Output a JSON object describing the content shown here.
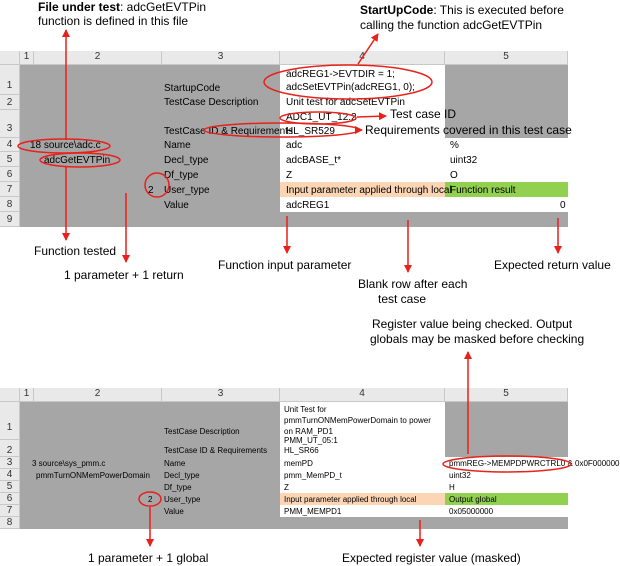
{
  "annotations_top": {
    "file_under_test_title": "File under test",
    "file_under_test_text": ": adcGetEVTPin",
    "file_under_test_line2": "function is defined in this file",
    "startup_title": "StartUpCode",
    "startup_text": ": This is executed before",
    "startup_line2": "calling the function adcGetEVTPin",
    "testcase_id": "Test case ID",
    "requirements": "Requirements covered in this test case",
    "function_tested": "Function tested",
    "params_return": "1 parameter + 1 return",
    "function_input": "Function input parameter",
    "blank_row_1": "Blank row after each",
    "blank_row_2": "test case",
    "expected_return": "Expected return value"
  },
  "annotations_bottom": {
    "register_note_1": "Register value being checked. Output",
    "register_note_2": "globals may be masked before checking",
    "params_global": "1 parameter + 1 global",
    "expected_register": "Expected register value (masked)"
  },
  "sheet1": {
    "col_headers": [
      "1",
      "2",
      "3",
      "4",
      "5"
    ],
    "row_headers": [
      "1",
      "2",
      "3",
      "4",
      "5",
      "6",
      "7",
      "8",
      "9"
    ],
    "startup_label": "StartupCode",
    "startup_line1": "adcREG1->EVTDIR = 1;",
    "startup_line2": "adcSetEVTPin(adcREG1, 0);",
    "desc_label": "TestCase Description",
    "desc_value": "Unit test for adcSetEVTPin",
    "id_value": "ADC1_UT_12:2",
    "id_req_label": "TestCase ID & Requirements",
    "req_value": "HL_SR529",
    "file_value": "18 source\\adc.c",
    "name_label": "Name",
    "name_value": "adc",
    "name_ret": "%",
    "func_value": "adcGetEVTPin",
    "decl_label": "Decl_type",
    "decl_value": "adcBASE_t*",
    "decl_ret": "uint32",
    "df_label": "Df_type",
    "df_value": "Z",
    "df_ret": "O",
    "count_value": "2",
    "user_label": "User_type",
    "user_value": "Input parameter applied through local",
    "user_ret": "Function result",
    "value_label": "Value",
    "value_value": "adcREG1",
    "value_ret": "0"
  },
  "sheet2": {
    "col_headers": [
      "1",
      "2",
      "3",
      "4",
      "5"
    ],
    "row_headers": [
      "1",
      "2",
      "3",
      "4",
      "5",
      "6",
      "7",
      "8"
    ],
    "desc_label": "TestCase Description",
    "desc_line1": "Unit Test for",
    "desc_line2": "pmmTurnONMemPowerDomain to power",
    "desc_line3": "on RAM_PD1",
    "id_value": "PMM_UT_05:1",
    "id_req_label": "TestCase ID & Requirements",
    "req_value": "HL_SR66",
    "file_value": "3 source\\sys_pmm.c",
    "name_label": "Name",
    "name_value": "memPD",
    "name_ret": "pmmREG->MEMPDPWRCTRL0 & 0x0F000000",
    "func_value": "pmmTurnONMemPowerDomain",
    "decl_label": "Decl_type",
    "decl_value": "pmm_MemPD_t",
    "decl_ret": "uint32",
    "df_label": "Df_type",
    "df_value": "Z",
    "df_ret": "H",
    "count_value": "2",
    "user_label": "User_type",
    "user_value": "Input parameter applied through local",
    "user_ret": "Output global",
    "value_label": "Value",
    "value_value": "PMM_MEMPD1",
    "value_ret": "0x05000000"
  },
  "colors": {
    "grey": "#a6a6a6",
    "orange": "#fcd5b4",
    "green": "#92d050",
    "annotation_red": "#e8211b"
  }
}
